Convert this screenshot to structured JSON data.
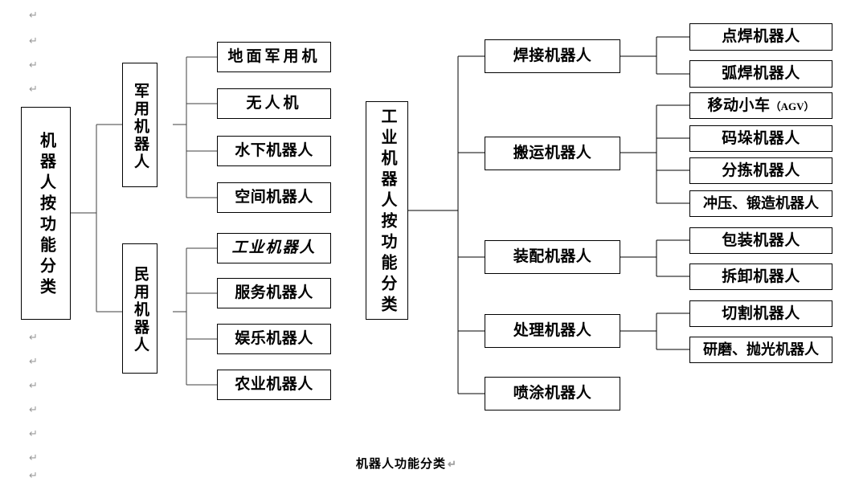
{
  "document": {
    "caption": "机器人功能分类",
    "pilcrow_glyph": "↵",
    "line_color": "#000000",
    "box_border_color": "#000000",
    "background": "#ffffff"
  },
  "tree_left": {
    "root": {
      "label": "机器人按功能分类"
    },
    "branches": [
      {
        "label": "军用机器人",
        "children": [
          {
            "label": "地面军用机"
          },
          {
            "label": "无人机"
          },
          {
            "label": "水下机器人"
          },
          {
            "label": "空间机器人"
          }
        ]
      },
      {
        "label": "民用机器人",
        "children": [
          {
            "label": "工业机器人",
            "emphasis": "bold-italic"
          },
          {
            "label": "服务机器人"
          },
          {
            "label": "娱乐机器人"
          },
          {
            "label": "农业机器人"
          }
        ]
      }
    ]
  },
  "tree_right": {
    "root": {
      "label": "工业机器人按功能分类"
    },
    "branches": [
      {
        "label": "焊接机器人",
        "children": [
          {
            "label": "点焊机器人"
          },
          {
            "label": "弧焊机器人"
          }
        ]
      },
      {
        "label": "搬运机器人",
        "children": [
          {
            "label": "移动小车（AGV）",
            "main": "移动小车",
            "suffix": "（AGV）"
          },
          {
            "label": "码垛机器人"
          },
          {
            "label": "分拣机器人"
          },
          {
            "label": "冲压、锻造机器人"
          }
        ]
      },
      {
        "label": "装配机器人",
        "children": [
          {
            "label": "包装机器人"
          },
          {
            "label": "拆卸机器人"
          }
        ]
      },
      {
        "label": "处理机器人",
        "children": [
          {
            "label": "切割机器人"
          },
          {
            "label": "研磨、抛光机器人"
          }
        ]
      },
      {
        "label": "喷涂机器人",
        "children": []
      }
    ]
  }
}
